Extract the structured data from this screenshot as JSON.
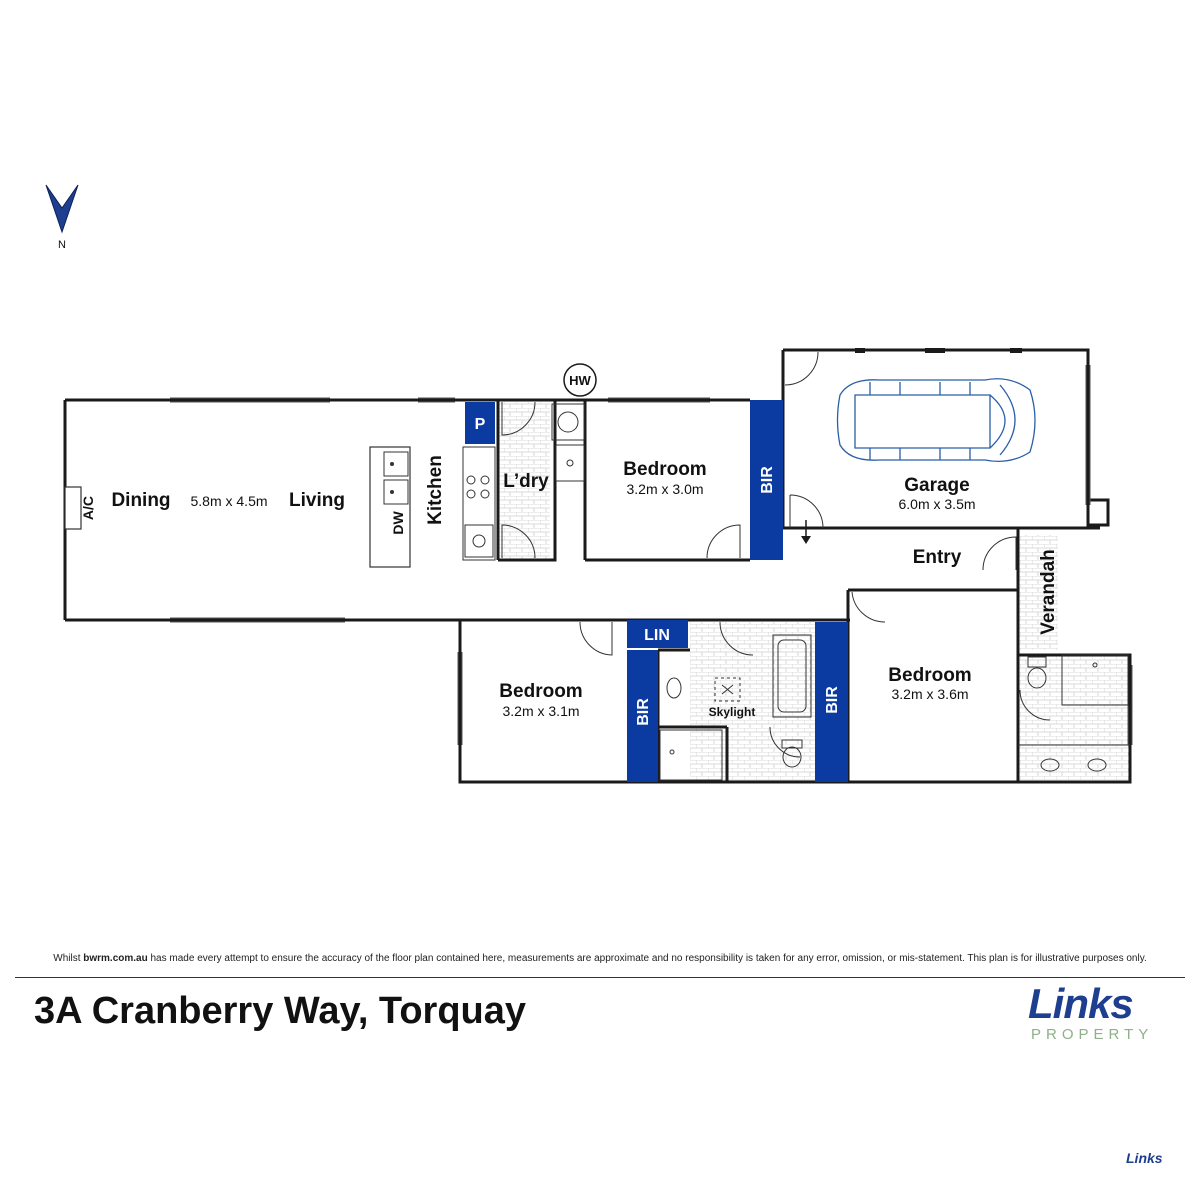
{
  "compass": {
    "label": "N"
  },
  "rooms": {
    "living_area": {
      "dining": "Dining",
      "dims": "5.8m x 4.5m",
      "living": "Living"
    },
    "kitchen": "Kitchen",
    "laundry": "L’dry",
    "bedroom_top": {
      "name": "Bedroom",
      "dims": "3.2m x 3.0m"
    },
    "garage": {
      "name": "Garage",
      "dims": "6.0m x 3.5m"
    },
    "entry": "Entry",
    "verandah": "Verandah",
    "bedroom_bottom_left": {
      "name": "Bedroom",
      "dims": "3.2m x 3.1m"
    },
    "bedroom_bottom_right": {
      "name": "Bedroom",
      "dims": "3.2m x 3.6m"
    }
  },
  "fixtures": {
    "ac": "A/C",
    "dw": "DW",
    "hw": "HW",
    "pantry": "P",
    "bir_top": "BIR",
    "lin": "LIN",
    "bir_left": "BIR",
    "bir_right": "BIR",
    "skylight": "Skylight"
  },
  "colors": {
    "wall": "#1a1a1a",
    "closet": "#0b3aa0",
    "tile": "#d4d4d4",
    "accent": "#1e3f8f"
  },
  "footer": {
    "disclaimer_pre": "Whilst ",
    "disclaimer_site": "bwrm.com.au",
    "disclaimer_post": " has made every attempt to ensure the accuracy of the floor plan contained here, measurements are approximate and no responsibility is taken for any error, omission, or mis-statement. This plan is for illustrative purposes only.",
    "address": "3A Cranberry Way, Torquay"
  },
  "logo": {
    "word": "Links",
    "sub": "PROPERTY",
    "small": "Links"
  }
}
